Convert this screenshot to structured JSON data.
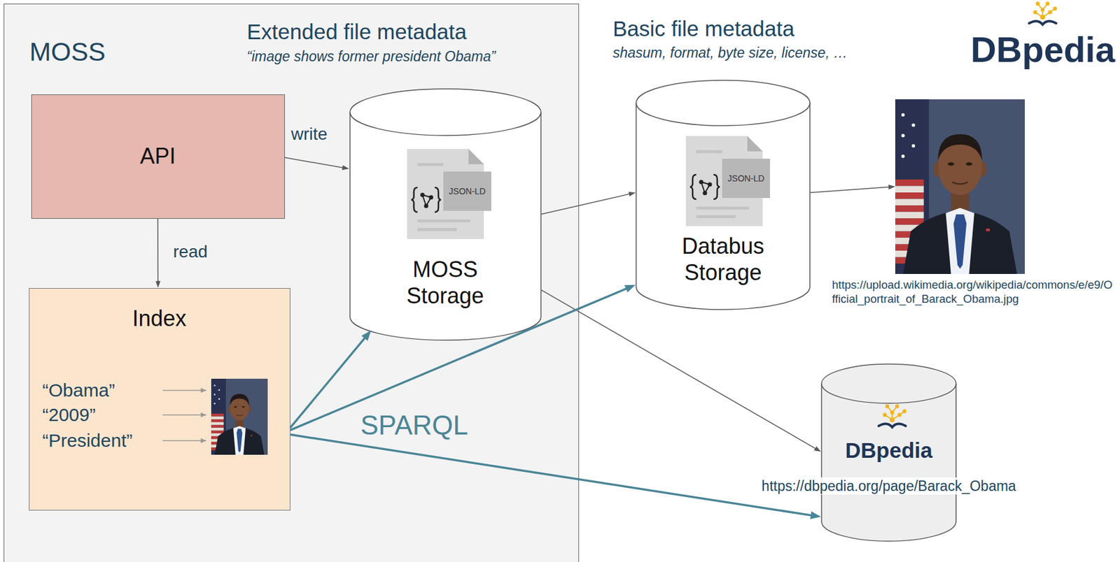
{
  "diagram": {
    "nodes": [
      {
        "text": [
          "MOSS"
        ]
      },
      {
        "text": [
          "API"
        ],
        "in": 0
      },
      {
        "text": [
          "Index"
        ],
        "in": 0
      },
      {
        "text": [
          "MOSS Storage"
        ],
        "in": 0
      },
      {
        "text": [
          "Databus Storage"
        ]
      },
      {
        "text": [
          "https://upload.wikimedia.org/wikipedia/commons/e/e9/Official_portrait_of_Barack_Obama.jpg"
        ]
      },
      {
        "text": [
          "DBpedia",
          "https://dbpedia.org/page/Barack_Obama"
        ]
      }
    ],
    "edges": [
      {
        "from": 1,
        "to": 3,
        "label": "write",
        "arrow": "to"
      },
      {
        "from": 1,
        "to": 2,
        "label": "read",
        "arrow": "to"
      },
      {
        "from": 3,
        "to": 4,
        "arrow": "to"
      },
      {
        "from": 4,
        "to": 5,
        "arrow": "to"
      },
      {
        "from": 3,
        "to": 6,
        "arrow": "to"
      },
      {
        "from": 2,
        "to": 3,
        "arrow": "to"
      },
      {
        "from": 2,
        "to": 4,
        "arrow": "to"
      },
      {
        "from": 2,
        "to": 6,
        "label": "SPARQL",
        "arrow": "to"
      }
    ],
    "labels": [
      "Extended file metadata",
      "“image shows former president Obama”",
      "Basic file metadata",
      "shasum, format, byte size, license, …",
      "DBpedia",
      "JSON-LD",
      "JSON-LD",
      "“Obama”",
      "“2009”",
      "“President”"
    ]
  }
}
